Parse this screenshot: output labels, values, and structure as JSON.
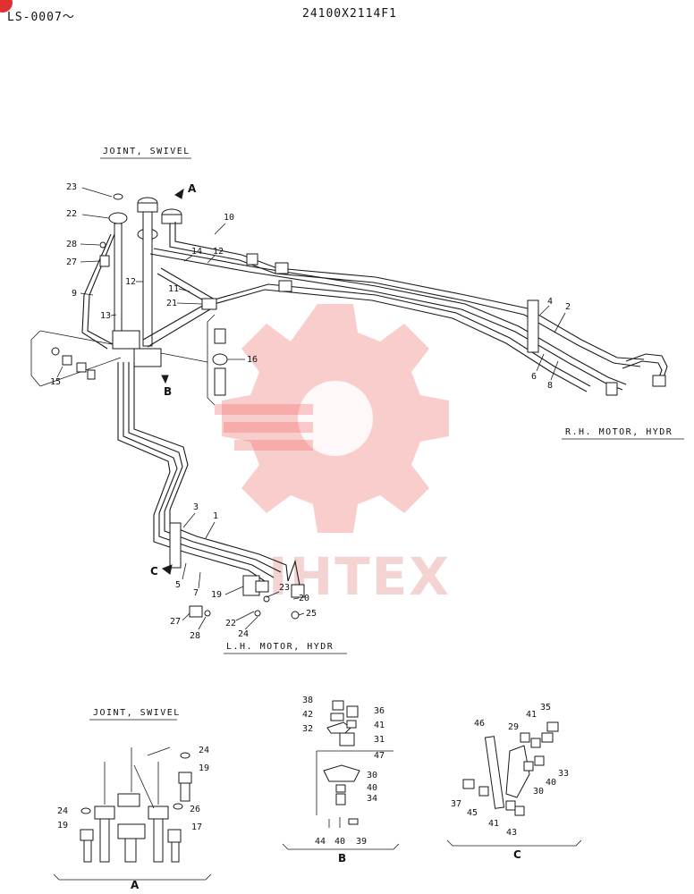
{
  "header": {
    "model_range": "LS-0007～",
    "drawing_number": "24100X2114F1"
  },
  "sections": {
    "joint_swivel_main": "JOINT, SWIVEL",
    "rh_motor": "R.H. MOTOR, HYDR",
    "lh_motor": "L.H. MOTOR, HYDR",
    "joint_swivel_detail": "JOINT, SWIVEL"
  },
  "views": {
    "a_arrow": "A",
    "b_arrow": "B",
    "c_arrow": "C",
    "a_detail": "A",
    "b_detail": "B",
    "c_detail": "C"
  },
  "watermark": {
    "text": "IHTEX"
  },
  "callouts": {
    "c1": "1",
    "c2": "2",
    "c3": "3",
    "c4": "4",
    "c5": "5",
    "c6": "6",
    "c7": "7",
    "c8": "8",
    "c9": "9",
    "c10": "10",
    "c11": "11",
    "c12a": "12",
    "c12b": "12",
    "c13": "13",
    "c14": "14",
    "c15": "15",
    "c16": "16",
    "c19": "19",
    "c20": "20",
    "c21": "21",
    "c22a": "22",
    "c22b": "22",
    "c23a": "23",
    "c23b": "23",
    "c24": "24",
    "c25": "25",
    "c27a": "27",
    "c27b": "27",
    "c28a": "28",
    "c28b": "28",
    "a24a": "24",
    "a19a": "19",
    "a24b": "24",
    "a19b": "19",
    "a26": "26",
    "a17": "17",
    "b38": "38",
    "b36": "36",
    "b42": "42",
    "b41": "41",
    "b32": "32",
    "b31": "31",
    "b47": "47",
    "b30": "30",
    "b40a": "40",
    "b34": "34",
    "b44": "44",
    "b40b": "40",
    "b39": "39",
    "c46": "46",
    "c35": "35",
    "c41a": "41",
    "c29": "29",
    "c33": "33",
    "c40": "40",
    "c30": "30",
    "c37": "37",
    "c45": "45",
    "c41b": "41",
    "c43": "43"
  }
}
